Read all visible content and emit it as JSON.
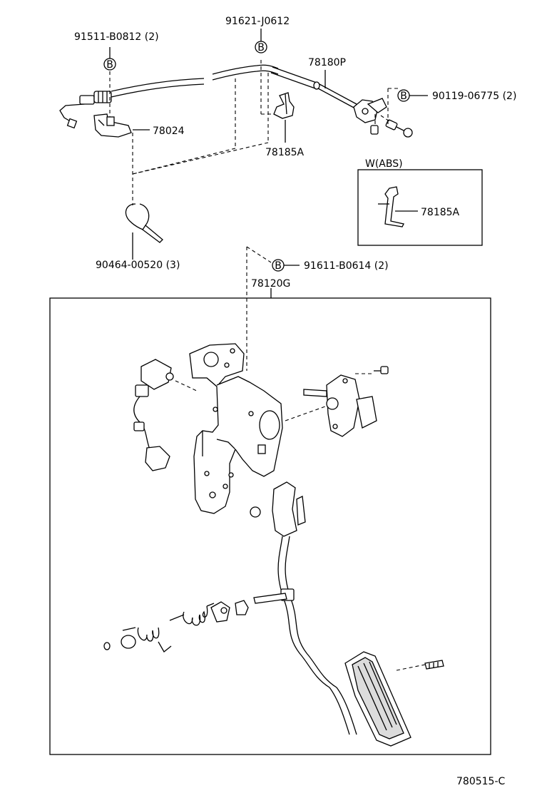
{
  "parts": {
    "bolt_top_left": "91511-B0812 (2)",
    "bolt_top_center": "91621-J0612",
    "cable": "78180P",
    "bolt_right": "90119-06775 (2)",
    "bracket_left": "78024",
    "clamp_center": "78185A",
    "abs_clamp": "78185A",
    "tie": "90464-00520 (3)",
    "bolt_pedal": "91611-B0614 (2)",
    "pedal_assy": "78120G"
  },
  "abs_box": {
    "title": "W(ABS)"
  },
  "marker_letter": "B",
  "diagram_code": "780515-C"
}
